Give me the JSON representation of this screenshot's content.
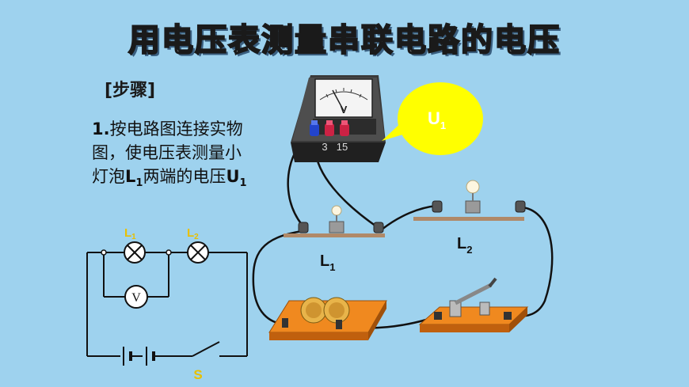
{
  "title": "用电压表测量串联电路的电压",
  "step_heading": "[步骤]",
  "step": {
    "num": "1.",
    "line1": "按电路图连接实物",
    "line2": "图，使电压表测量小",
    "line3_a": "灯泡",
    "line3_b": "两端的电压"
  },
  "labels": {
    "L": "L",
    "one": "1",
    "two": "2",
    "U": "U",
    "V": "V",
    "S": "S",
    "meter_3": "3",
    "meter_15": "15"
  },
  "colors": {
    "background": "#9ed2ee",
    "callout": "#ffff00",
    "wood": "#e07a1a",
    "label_yellow": "#e8c000"
  }
}
